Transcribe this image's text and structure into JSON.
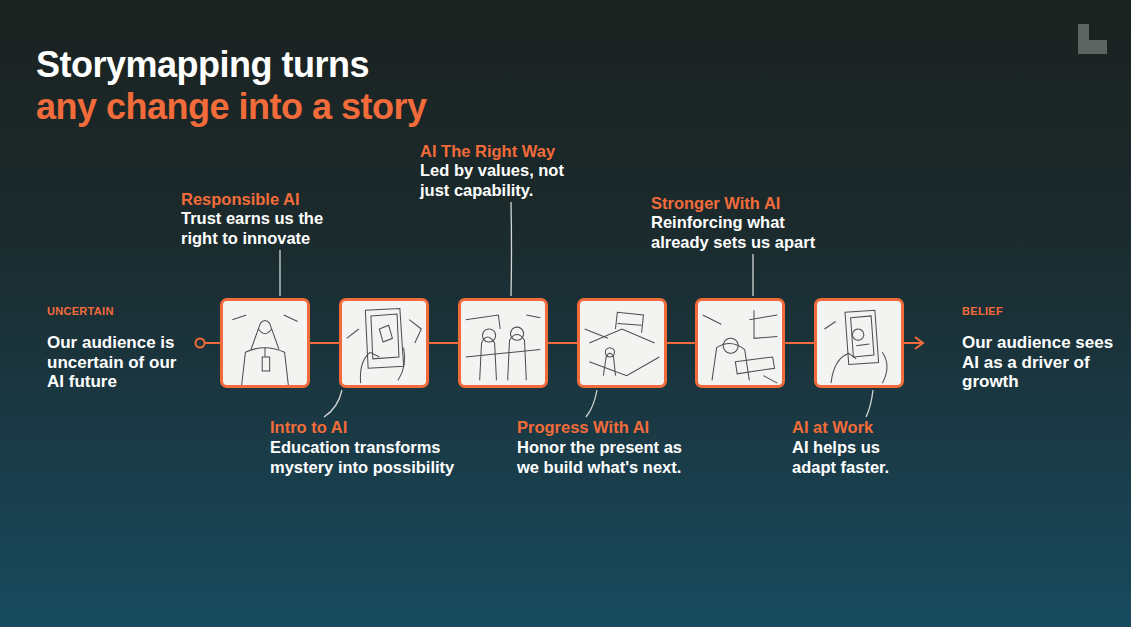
{
  "diagram": {
    "title": "Storymapping turns any change into a story",
    "nodes": [
      {
        "text": [
          "Responsible AI",
          "Trust earns us the right to innovate"
        ]
      },
      {
        "text": [
          "Intro to AI",
          "Education transforms mystery into possibility"
        ]
      },
      {
        "text": [
          "AI The Right Way",
          "Led by values, not just capability."
        ]
      },
      {
        "text": [
          "Progress With AI",
          "Honor the present as we build what's next."
        ]
      },
      {
        "text": [
          "Stronger With AI",
          "Reinforcing what already sets us apart"
        ]
      },
      {
        "text": [
          "AI at Work",
          "AI helps us adapt faster."
        ]
      }
    ],
    "edges": [
      {
        "from": 0,
        "to": 1,
        "arrow": "none"
      },
      {
        "from": 1,
        "to": 2,
        "arrow": "none"
      },
      {
        "from": 2,
        "to": 3,
        "arrow": "none"
      },
      {
        "from": 3,
        "to": 4,
        "arrow": "none"
      },
      {
        "from": 4,
        "to": 5,
        "arrow": "none"
      }
    ],
    "labels": [
      "UNCERTAIN",
      "Our audience is uncertain of our AI future",
      "BELIEF",
      "Our audience sees AI as a driver of growth"
    ]
  }
}
